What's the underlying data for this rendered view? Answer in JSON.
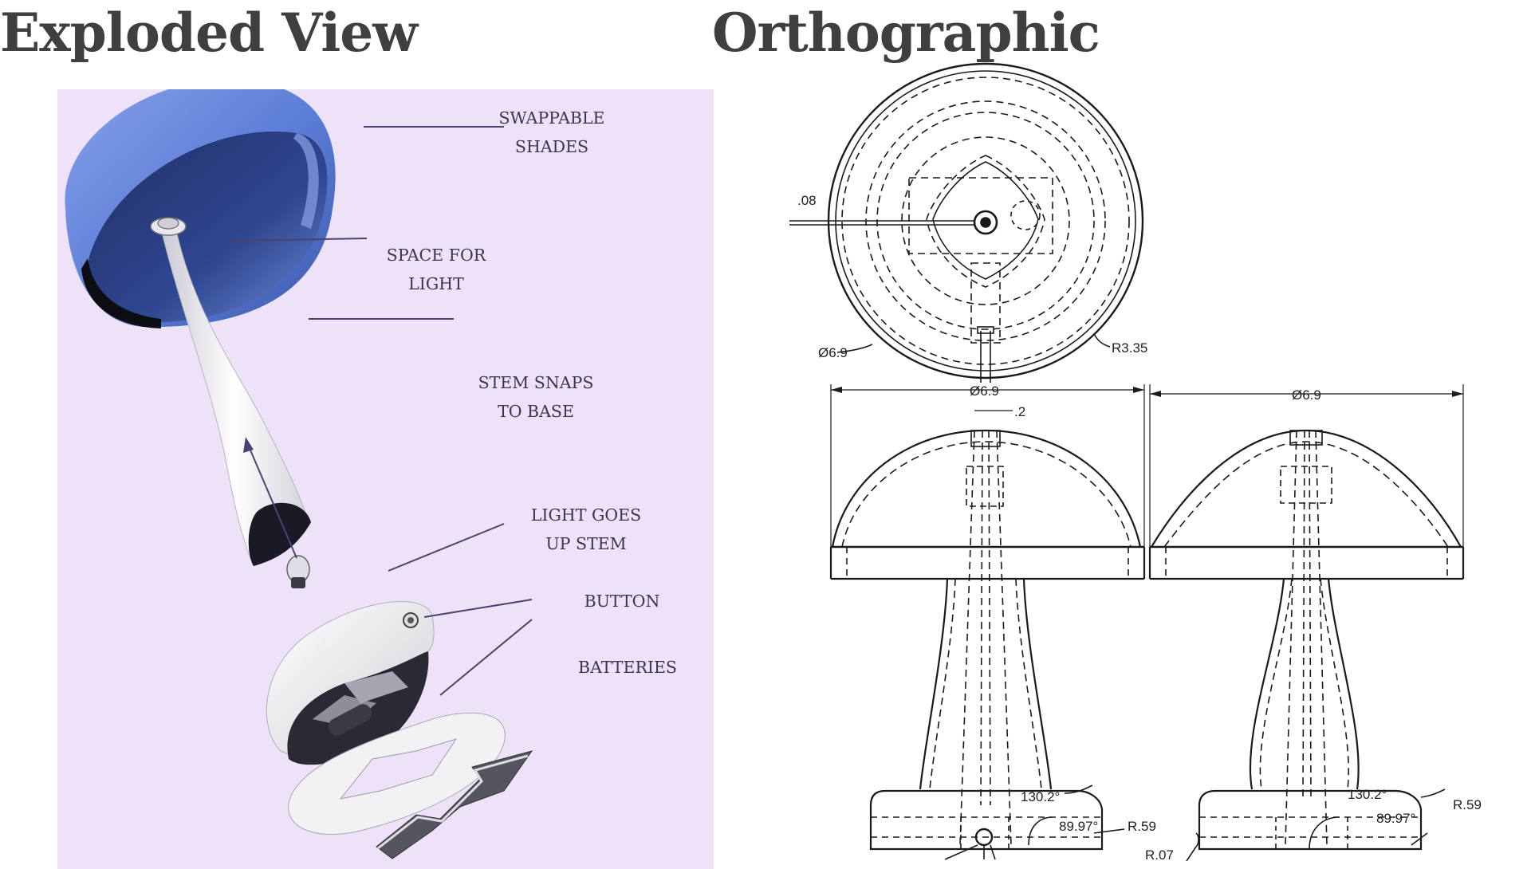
{
  "headings": {
    "left": "Exploded View",
    "right": "Orthographic"
  },
  "colors": {
    "panel_background": "#ede2f7",
    "shade_blue": "#5e7fd6",
    "leader_line": "#4a4270",
    "drawing_ink": "#1a1a1a"
  },
  "exploded_view": {
    "callouts": [
      {
        "line1": "SWAPPABLE",
        "line2": "SHADES"
      },
      {
        "line1": "SPACE FOR",
        "line2": "LIGHT"
      },
      {
        "line1": "STEM SNAPS",
        "line2": "TO BASE"
      },
      {
        "line1": "LIGHT GOES",
        "line2": "UP STEM"
      },
      {
        "line1": "BUTTON"
      },
      {
        "line1": "BATTERIES"
      }
    ]
  },
  "orthographic": {
    "dimensions": {
      "top_view_offset": ".08",
      "top_view_diameter": "Ø6.9",
      "top_view_radius": "R3.35",
      "front_width": "Ø6.9",
      "front_stem_gap": ".2",
      "side_width": "Ø6.9",
      "front_base_angle": "130.2°",
      "front_base_angle_inner": "89.97°",
      "front_base_radius": "R.59",
      "side_base_angle": "130.2°",
      "side_base_angle_inner": "89.97°",
      "side_base_radius": "R.59",
      "side_foot_radius": "R.07"
    }
  }
}
